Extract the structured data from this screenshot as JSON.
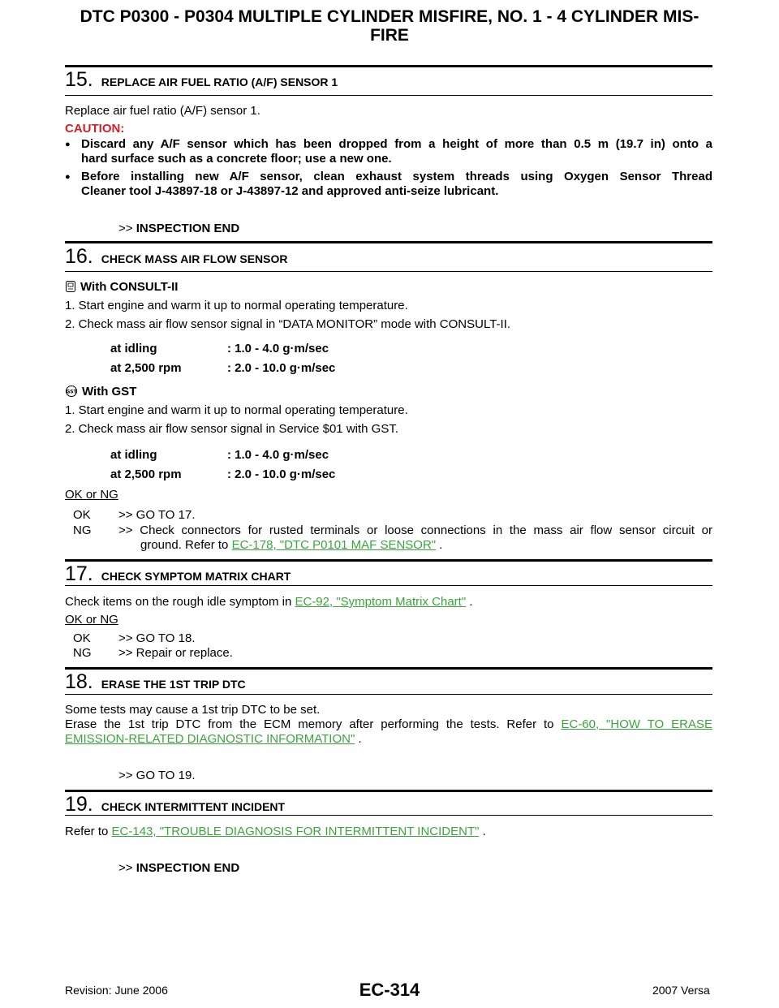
{
  "header": {
    "title_line1": "DTC P0300 - P0304 MULTIPLE CYLINDER MISFIRE, NO. 1 - 4 CYLINDER MIS-",
    "title_line2": "FIRE"
  },
  "step15": {
    "num": "15.",
    "title": "REPLACE AIR FUEL RATIO (A/F) SENSOR 1",
    "text": "Replace air fuel ratio (A/F) sensor 1.",
    "caution": "CAUTION:",
    "bullet1_line1": "Discard any A/F sensor which has been dropped from a height of more than 0.5 m (19.7 in) onto a",
    "bullet1_line2": "hard surface such as a concrete floor; use a new one.",
    "bullet2_line1": "Before installing new A/F sensor, clean exhaust system threads using Oxygen Sensor Thread",
    "bullet2_line2": "Cleaner tool J-43897-18 or J-43897-12 and approved anti-seize lubricant.",
    "result_arrow": ">>",
    "result": "INSPECTION END"
  },
  "step16": {
    "num": "16.",
    "title": "CHECK MASS AIR FLOW SENSOR",
    "consult_label": "With CONSULT-II",
    "c1": "1.   Start engine and warm it up to normal operating temperature.",
    "c2": "2.   Check mass air flow sensor signal in “DATA MONITOR” mode with CONSULT-II.",
    "spec1_label": "at idling",
    "spec1_value": ": 1.0 - 4.0 g·m/sec",
    "spec2_label": "at 2,500 rpm",
    "spec2_value": ": 2.0 - 10.0 g·m/sec",
    "gst_label": "With GST",
    "g1": "1.   Start engine and warm it up to normal operating temperature.",
    "g2": "2.   Check mass air flow sensor signal in Service $01 with GST.",
    "spec3_label": "at idling",
    "spec3_value": ": 1.0 - 4.0 g·m/sec",
    "spec4_label": "at 2,500 rpm",
    "spec4_value": ": 2.0 - 10.0 g·m/sec",
    "oknq": "OK or NG",
    "ok_label": "OK",
    "ok_text": ">> GO TO 17.",
    "ng_label": "NG",
    "ng_text_line1": ">> Check connectors for rusted terminals or loose connections in the mass air flow sensor circuit or",
    "ng_text_line2_pre": "ground. Refer to ",
    "ng_link": "EC-178, \"DTC P0101 MAF SENSOR\"",
    "ng_text_line2_post": " ."
  },
  "step17": {
    "num": "17.",
    "title": "CHECK SYMPTOM MATRIX CHART",
    "text_pre": "Check items on the rough idle symptom in ",
    "link": "EC-92, \"Symptom Matrix Chart\"",
    "text_post": " .",
    "oknq": "OK or NG",
    "ok_label": "OK",
    "ok_text": ">> GO TO 18.",
    "ng_label": "NG",
    "ng_text": ">> Repair or replace."
  },
  "step18": {
    "num": "18.",
    "title": "ERASE THE 1ST TRIP DTC",
    "line1": "Some tests may cause a 1st trip DTC to be set.",
    "line2_pre": "Erase the 1st trip DTC from the ECM memory after performing the tests. Refer to ",
    "link_line1": "EC-60, \"HOW TO ERASE",
    "link_line2": "EMISSION-RELATED DIAGNOSTIC INFORMATION\"",
    "line3_post": " .",
    "result": ">> GO TO 19."
  },
  "step19": {
    "num": "19.",
    "title": "CHECK INTERMITTENT INCIDENT",
    "text_pre": "Refer to ",
    "link": "EC-143, \"TROUBLE DIAGNOSIS FOR INTERMITTENT INCIDENT\"",
    "text_post": " .",
    "result_arrow": ">>",
    "result": "INSPECTION END"
  },
  "footer": {
    "revision": "Revision: June 2006",
    "page": "EC-314",
    "model": "2007 Versa"
  }
}
